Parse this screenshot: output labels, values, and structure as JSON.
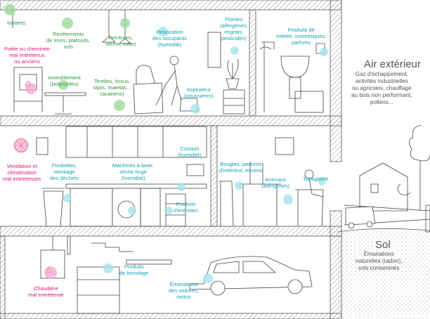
{
  "colors": {
    "green": "#2f9a3c",
    "cyan": "#13a3b1",
    "magenta": "#e0147f",
    "dot_green": "#9cd89a",
    "dot_cyan": "#a6e3ec",
    "dot_pink": "#f5a9cf",
    "line": "#444444",
    "hatch": "#9a9a9a"
  },
  "icons": [
    "fan-icon",
    "flame-icon",
    "microwave-icon",
    "trash-bin-icon",
    "washing-machine-icon",
    "car-icon",
    "boiler-icon",
    "vacuum-icon",
    "plant-icon"
  ],
  "labels": {
    "isolants": "Isolants",
    "revetements": [
      "Revêtements",
      "de murs, plafonds,",
      "sols"
    ],
    "peintures": [
      "Peintures,",
      "vernis, colles"
    ],
    "respiration": [
      "Respiration",
      "des occupants",
      "(humidité)"
    ],
    "plantes": [
      "Plantes",
      "(allergènes,",
      "engrais,",
      "pesticides)"
    ],
    "produits_toilette": [
      "Produits de",
      "toilette, cosmétiques,",
      "parfums"
    ],
    "poele": [
      "Poêle ou cheminée",
      "mal entretenus",
      "ou anciens"
    ],
    "ameublement": [
      "Ameublement",
      "(bois collés)"
    ],
    "textiles": [
      "Textiles, tissus,",
      "tapis, matelas...",
      "(acariens)"
    ],
    "aspirateur": [
      "Aspirateur",
      "(poussières)"
    ],
    "air_exterieur_title": "Air extérieur",
    "air_exterieur_text": [
      "Gaz d'échappement,",
      "activités industrielles",
      "ou agricoles, chauffage",
      "au bois non performant,",
      "pollens..."
    ],
    "ventilation": [
      "Ventilation et",
      "climatisation",
      "mal entretenues"
    ],
    "poubelles": [
      "Poubelles,",
      "stockage",
      "des déchets"
    ],
    "machines": [
      "Machines à laver,",
      "sèche-linge",
      "(humidité)"
    ],
    "cuisson": [
      "Cuisson",
      "(humidité)"
    ],
    "bougies": [
      "Bougies, parfums",
      "d'intérieur, encens"
    ],
    "tabagisme": "Tabagisme",
    "animaux": [
      "Animaux",
      "(allergènes)"
    ],
    "produits_entretien": [
      "Produits",
      "d'entretien"
    ],
    "sol_title": "Sol",
    "sol_text": [
      "Émanations",
      "naturelles (radon),",
      "sols contaminés"
    ],
    "produits_bricolage": [
      "Produits",
      "de bricolage"
    ],
    "emanations_voitures": [
      "Émanations",
      "des voitures,",
      "motos"
    ],
    "chaudiere": [
      "Chaudière",
      "mal entretenue"
    ]
  }
}
